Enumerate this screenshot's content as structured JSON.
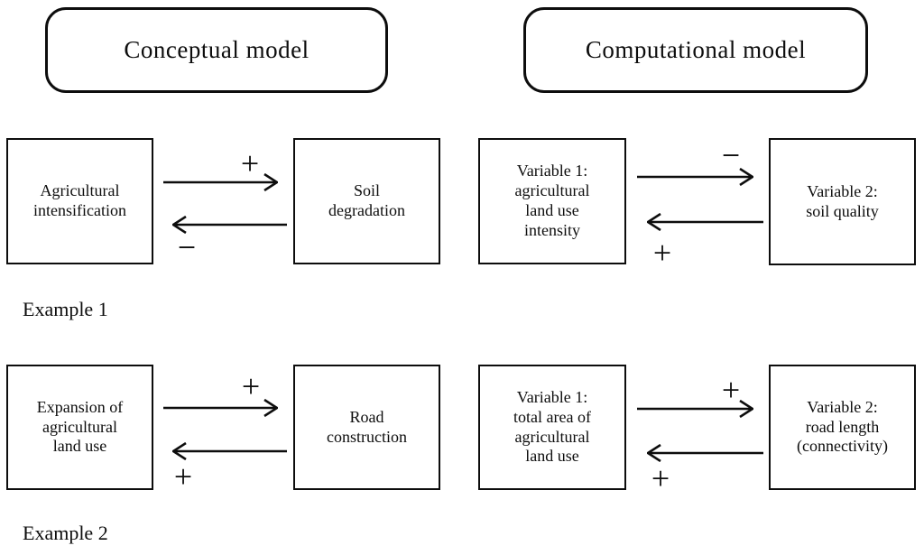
{
  "headers": {
    "conceptual": "Conceptual model",
    "computational": "Computational model"
  },
  "examples": [
    {
      "label": "Example 1",
      "conceptual": {
        "box_left": "Agricultural\nintensification",
        "box_right": "Soil\ndegradation",
        "forward_sign": "+",
        "backward_sign": "−"
      },
      "computational": {
        "box_left": "Variable 1:\nagricultural\nland use\nintensity",
        "box_right": "Variable 2:\nsoil quality",
        "forward_sign": "−",
        "backward_sign": "+"
      }
    },
    {
      "label": "Example 2",
      "conceptual": {
        "box_left": "Expansion of\nagricultural\nland use",
        "box_right": "Road\nconstruction",
        "forward_sign": "+",
        "backward_sign": "+"
      },
      "computational": {
        "box_left": "Variable 1:\ntotal area of\nagricultural\nland use",
        "box_right": "Variable 2:\nroad length\n(connectivity)",
        "forward_sign": "+",
        "backward_sign": "+"
      }
    }
  ],
  "colors": {
    "line": "#0d0d0d",
    "background": "#ffffff"
  }
}
